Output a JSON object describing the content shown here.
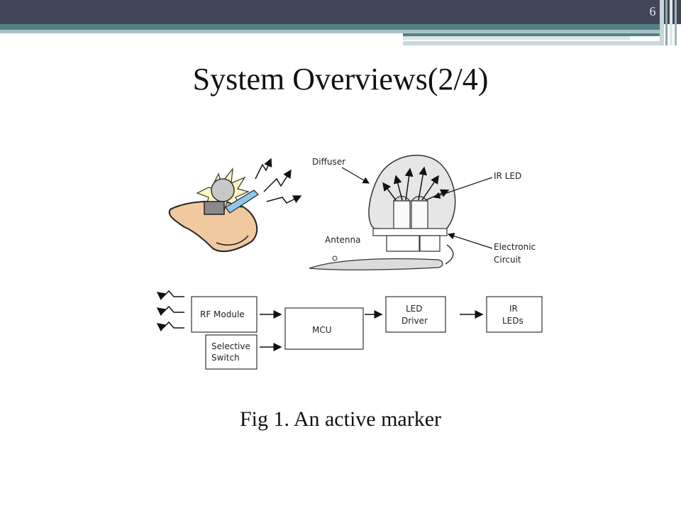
{
  "slide": {
    "page_number": "6",
    "title": "System Overviews(2/4)",
    "caption": "Fig 1. An active marker"
  },
  "diagram": {
    "labels": {
      "diffuser": "Diffuser",
      "ir_led": "IR LED",
      "antenna": "Antenna",
      "electronic": "Electronic",
      "circuit": "Circuit"
    },
    "blocks": {
      "rf_module": "RF Module",
      "selective": "Selective",
      "switch": "Switch",
      "mcu": "MCU",
      "led": "LED",
      "driver": "Driver",
      "ir": "IR",
      "leds": "LEDs"
    }
  }
}
